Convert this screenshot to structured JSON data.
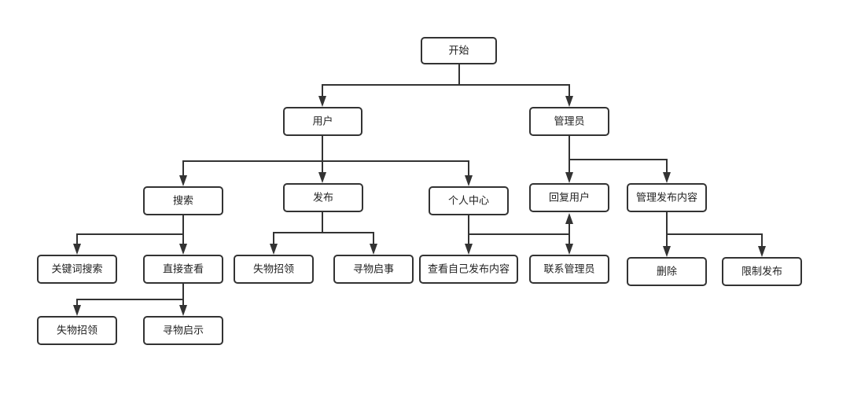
{
  "nodes": {
    "start": "开始",
    "user": "用户",
    "admin": "管理员",
    "search": "搜索",
    "publish": "发布",
    "personal_center": "个人中心",
    "reply_user": "回复用户",
    "manage_published": "管理发布内容",
    "keyword_search": "关键词搜索",
    "direct_view": "直接查看",
    "lost_found_claim": "失物招领",
    "lost_item_notice": "寻物启事",
    "view_own_published": "查看自己发布内容",
    "contact_admin": "联系管理员",
    "delete": "删除",
    "restrict_publish": "限制发布",
    "direct_lost_found": "失物招领",
    "direct_lost_item": "寻物启示"
  },
  "colors": {
    "stroke": "#333333",
    "fill": "#ffffff",
    "text": "#222222"
  }
}
